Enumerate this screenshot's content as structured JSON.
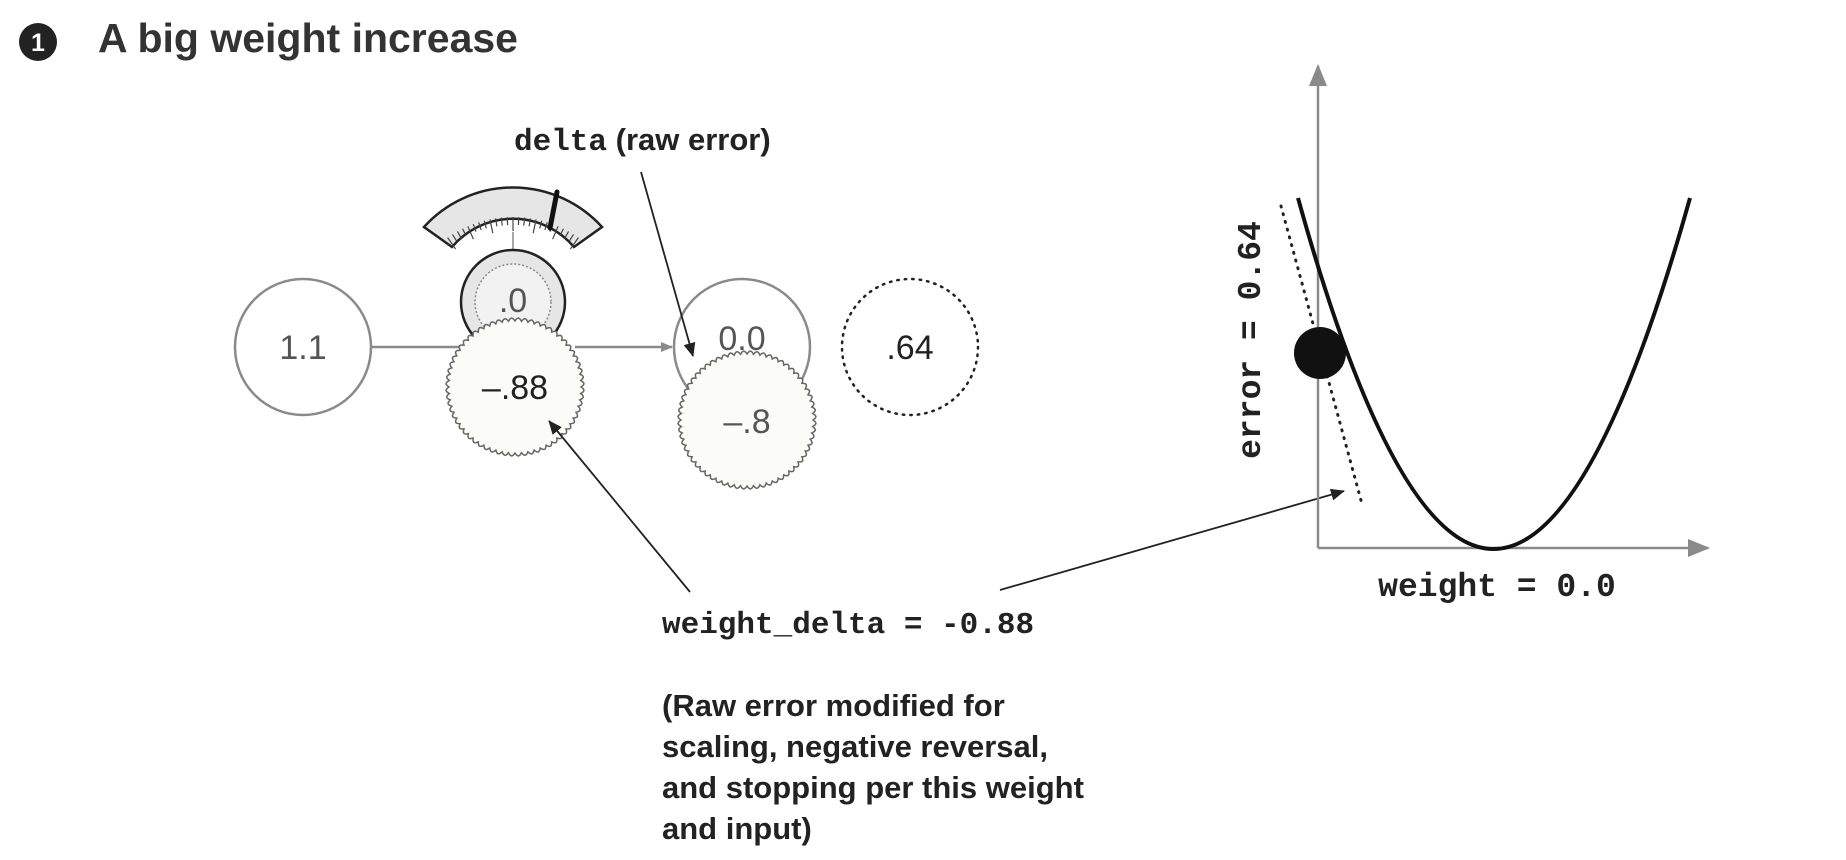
{
  "step": {
    "number": "1",
    "title": "A big weight increase"
  },
  "network": {
    "input_value": "1.1",
    "weight_value": ".0",
    "weight_delta_value": "–.88",
    "prediction_value": "0.0",
    "delta_value": "–.8",
    "error_value": ".64"
  },
  "labels": {
    "delta_code": "delta",
    "delta_suffix": " (raw error)",
    "weight_delta_label": "weight_delta = -0.88",
    "explanation_lines": [
      "(Raw error modified for",
      "scaling, negative reversal,",
      "and stopping per this weight",
      "and input)"
    ]
  },
  "error_chart": {
    "y_label": "error = 0.64",
    "x_label": "weight = 0.0"
  },
  "colors": {
    "text": "#222222",
    "gray_line": "#8a8a8a",
    "dial_fill": "#e6e6e6",
    "node_fill": "#fbfbf8"
  }
}
